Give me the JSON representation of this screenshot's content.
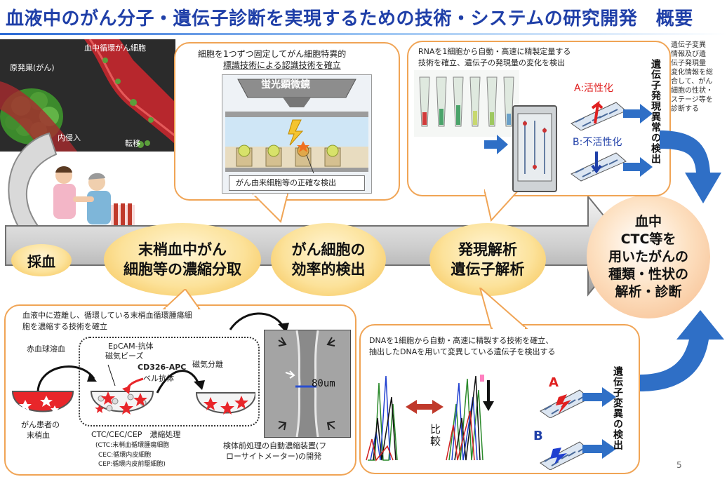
{
  "title": "血液中のがん分子・遺伝子診断を実現するための技術・システムの研究開発　概要",
  "page_number": "5",
  "top_left": {
    "primary_tumor": "原発巣(がん)",
    "ctc": "血中循環がん細胞",
    "intravasation": "内侵入",
    "metastasis": "転移"
  },
  "steps": {
    "blood_draw": "採血",
    "concentrate_line1": "末梢血中がん",
    "concentrate_line2": "細胞等の濃縮分取",
    "detect_line1": "がん細胞の",
    "detect_line2": "効率的検出",
    "analysis_line1": "発現解析",
    "analysis_line2": "遺伝子解析"
  },
  "final_circle": {
    "line1": "血中",
    "line2": "CTC等を",
    "line3": "用いたがんの",
    "line4": "種類・性状の",
    "line5": "解析・診断"
  },
  "fixation_box": {
    "heading1": "細胞を1つずつ固定してがん細胞特異的",
    "heading2": "標識技術による認識技術を確立",
    "microscope": "蛍光顕微鏡",
    "caption": "がん由来細胞等の正確な検出"
  },
  "rna_box": {
    "heading1": "RNAを1細胞から自動・高速に精製定量する",
    "heading2": "技術を確立、遺伝子の発現量の変化を検出",
    "activation": "A:活性化",
    "inactivation": "B:不活性化"
  },
  "expression_vertical": "遺伝子発現異常の検出",
  "side_note": {
    "line1": "遺伝子変異",
    "line2": "情報及び遺",
    "line3": "伝子発現量",
    "line4": "変化情報を総",
    "line5": "合して、がん",
    "line6": "細胞の性状・",
    "line7": "ステージ等を",
    "line8": "診断する"
  },
  "concentration_box": {
    "heading1": "血液中に遊離し、循環している末梢血循環腫瘍細",
    "heading2": "胞を濃縮する技術を確立",
    "rbc_lysis": "赤血球溶血",
    "beads_line1": "EpCAM-抗体",
    "beads_line2": "磁気ビーズ",
    "cd326_line1": "CD326-APC",
    "cd326_line2": "ベル抗体",
    "magnetic": "磁気分離",
    "patient_line1": "がん患者の",
    "patient_line2": "末梢血",
    "process": "CTC/CEC/CEP　濃縮処理",
    "legend_ctc": "(CTC:末梢血循環腫瘍細胞",
    "legend_cec": "CEC:循環内皮細胞",
    "legend_cep": "CEP:循環内皮前駆細胞)",
    "scale": "80um",
    "device_line1": "検体前処理の自動濃縮装置(フ",
    "device_line2": "ローサイトメーター)の開発"
  },
  "dna_box": {
    "heading1": "DNAを1細胞から自動・高速に精製する技術を確立、",
    "heading2": "抽出したDNAを用いて変異している遺伝子を検出する",
    "compare": "比較",
    "label_a": "A",
    "label_b": "B"
  },
  "mutation_vertical": "遺伝子変異の検出",
  "colors": {
    "title": "#1f3fa8",
    "bubble_border": "#f0a455",
    "oval_fill": "#fce29a",
    "arrow_blue": "#2f6fc6",
    "red": "#e02020"
  }
}
